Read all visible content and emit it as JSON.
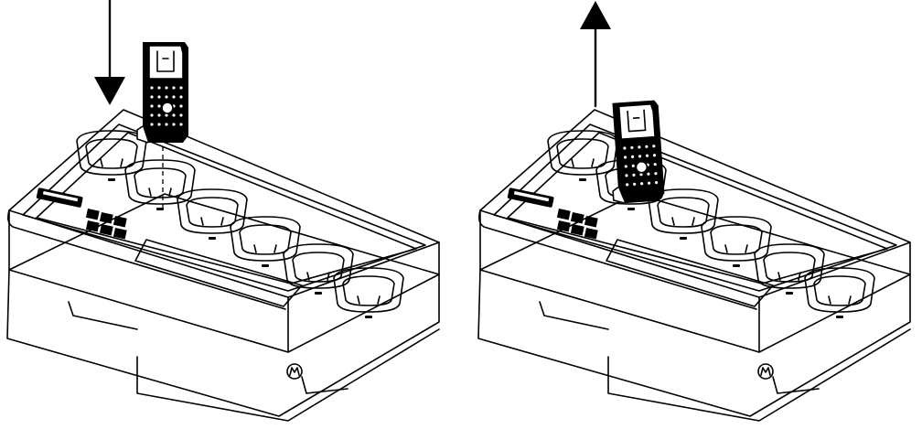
{
  "illustration": {
    "panels": [
      {
        "id": "insert",
        "arrow_direction": "down"
      },
      {
        "id": "remove",
        "arrow_direction": "up"
      }
    ],
    "charger_pockets_per_unit": 6,
    "logo_icon": "motorola-m-logo",
    "colors": {
      "line": "#000000",
      "background": "#ffffff"
    }
  }
}
